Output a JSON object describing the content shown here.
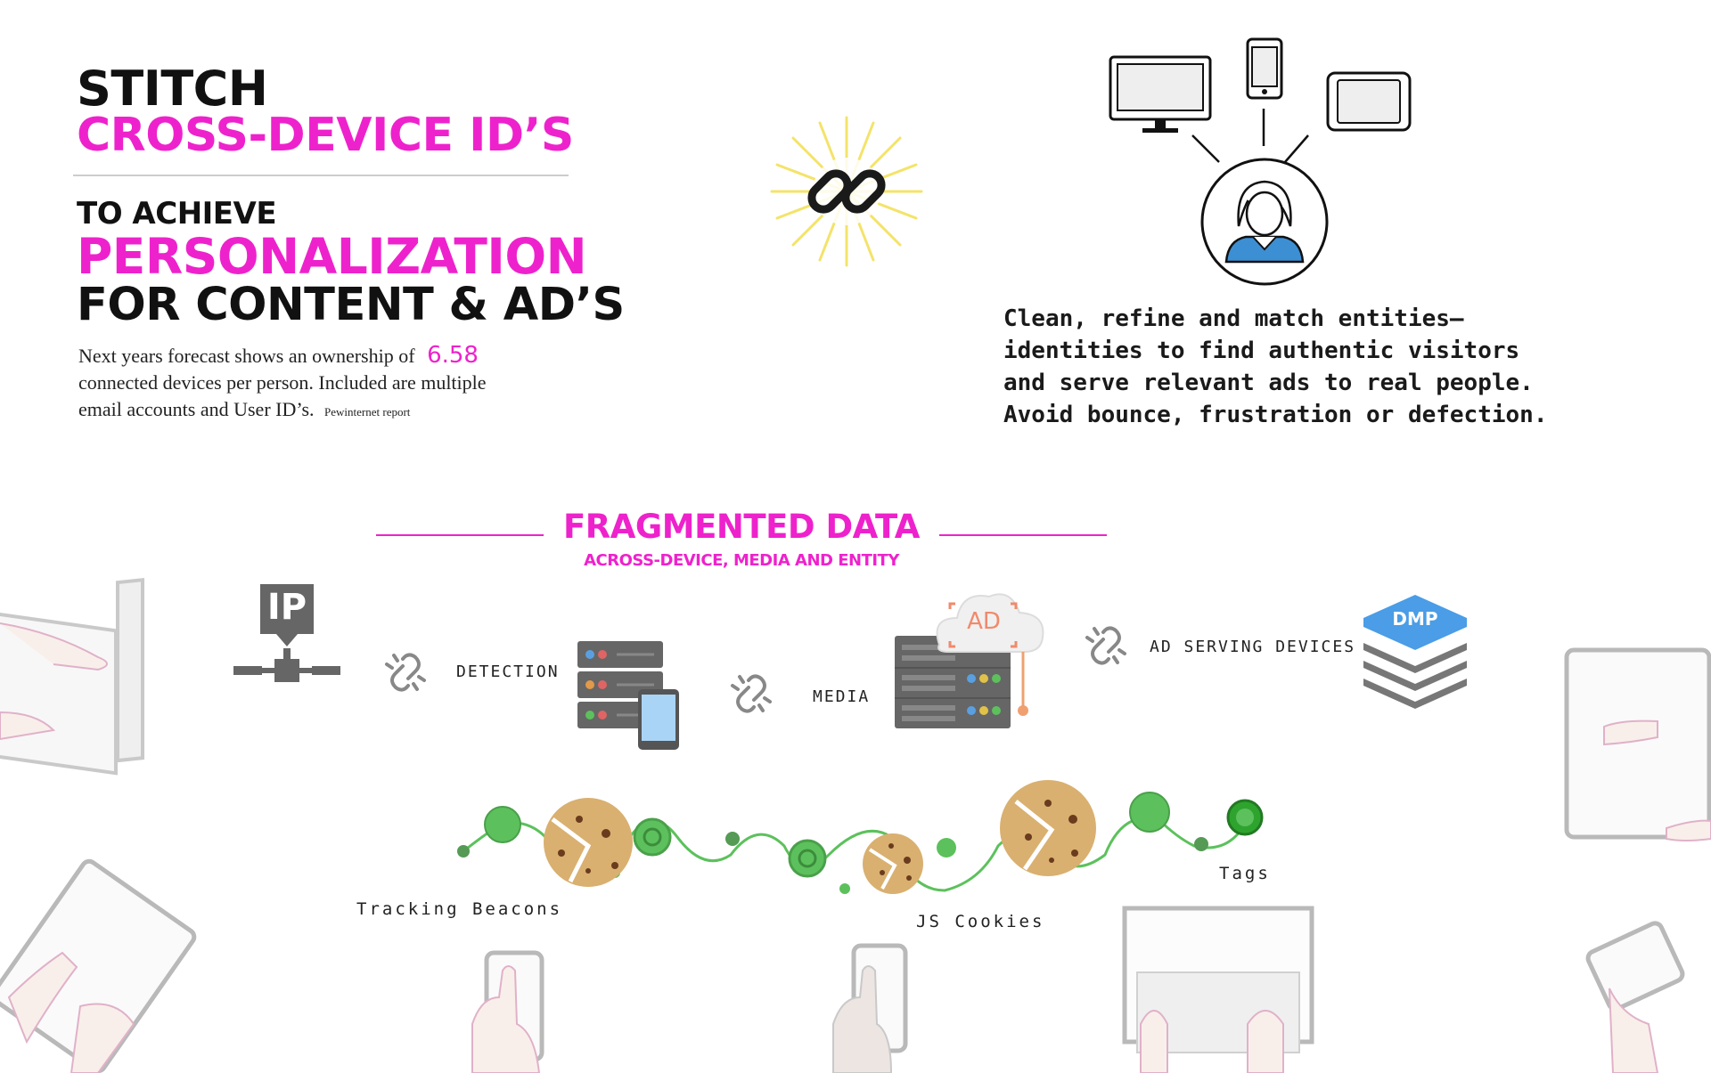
{
  "header": {
    "line1": "STITCH",
    "line2": "CROSS-DEVICE ID’S",
    "line3": "TO ACHIEVE",
    "line4": "PERSONALIZATION",
    "line5": "FOR CONTENT & AD’S"
  },
  "forecast": {
    "text_before": "Next years forecast shows an ownership of",
    "number": "6.58",
    "line2": "connected devices per person. Included are multiple",
    "line3": "email accounts and User ID’s.",
    "source": "Pewinternet report"
  },
  "description": {
    "lines": [
      "Clean, refine and match entities—",
      "identities to find authentic visitors",
      "and serve relevant ads to real people.",
      "Avoid bounce, frustration or defection."
    ]
  },
  "section": {
    "title": "FRAGMENTED DATA",
    "subtitle": "ACROSS-DEVICE, MEDIA AND ENTITY"
  },
  "flow": {
    "ip_label": "IP",
    "ad_label": "AD",
    "dmp_label": "DMP",
    "detection": "DETECTION",
    "media": "MEDIA",
    "ad_serving": "AD SERVING DEVICES"
  },
  "tracking": {
    "beacons": "Tracking Beacons",
    "cookies": "JS Cookies",
    "tags": "Tags"
  },
  "colors": {
    "accent_pink": "#ee22cc",
    "node_green": "#5cc15c",
    "dmp_blue": "#4a9de6",
    "cookie": "#d9b070"
  }
}
